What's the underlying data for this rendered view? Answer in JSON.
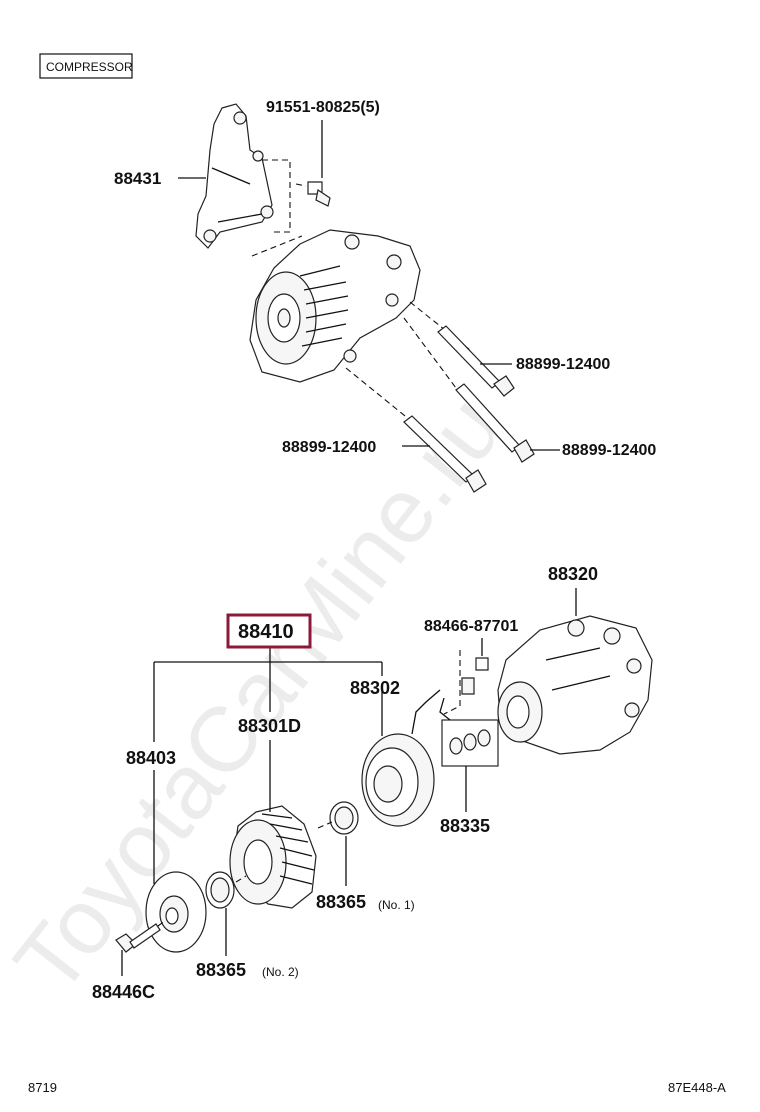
{
  "section_label": "COMPRESSOR",
  "highlight_color": "#8b1a3a",
  "watermark": "ToyotaCarMine.ru",
  "footer": {
    "left": "8719",
    "right": "87E448-A"
  },
  "upper_assembly": {
    "bracket": "88431",
    "bolt_top": "91551-80825(5)",
    "bolt_right_1": "88899-12400",
    "bolt_right_2": "88899-12400",
    "bolt_left": "88899-12400"
  },
  "lower_assembly": {
    "highlighted_part": "88410",
    "compressor": "88320",
    "switch": "88466-87701",
    "stator": "88302",
    "rotor": "88301D",
    "hub": "88403",
    "bolt": "88446C",
    "shim_set": "88335",
    "ring_1": {
      "number": "88365",
      "note": "(No. 1)"
    },
    "ring_2": {
      "number": "88365",
      "note": "(No. 2)"
    }
  }
}
